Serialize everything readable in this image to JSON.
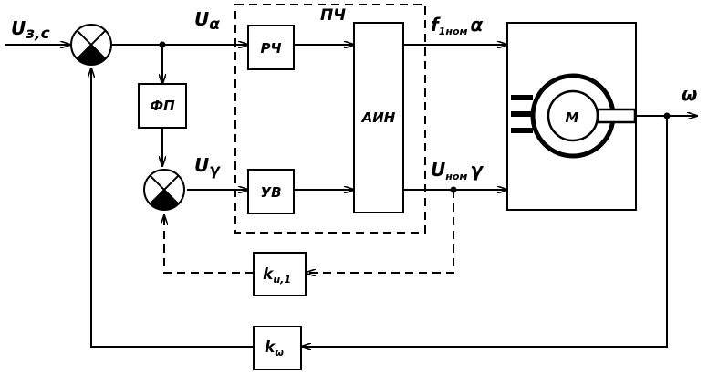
{
  "labels": {
    "input_base": "U",
    "input_sub": "з,с",
    "u_alpha_base": "U",
    "u_alpha_sym": "α",
    "u_gamma_base": "U",
    "u_gamma_sym": "γ",
    "pch": "ПЧ",
    "f_base": "f",
    "f_sub": "1ном",
    "f_sym": "α",
    "u_nom_base": "U",
    "u_nom_sub": "ном",
    "u_nom_sym": "γ",
    "omega": "ω"
  },
  "blocks": {
    "rch": "РЧ",
    "fp": "ФП",
    "uv": "УВ",
    "ain": "АИН",
    "motor": "М",
    "ku_base": "k",
    "ku_sub": "u,1",
    "kw_base": "k",
    "kw_sub": "ω"
  }
}
